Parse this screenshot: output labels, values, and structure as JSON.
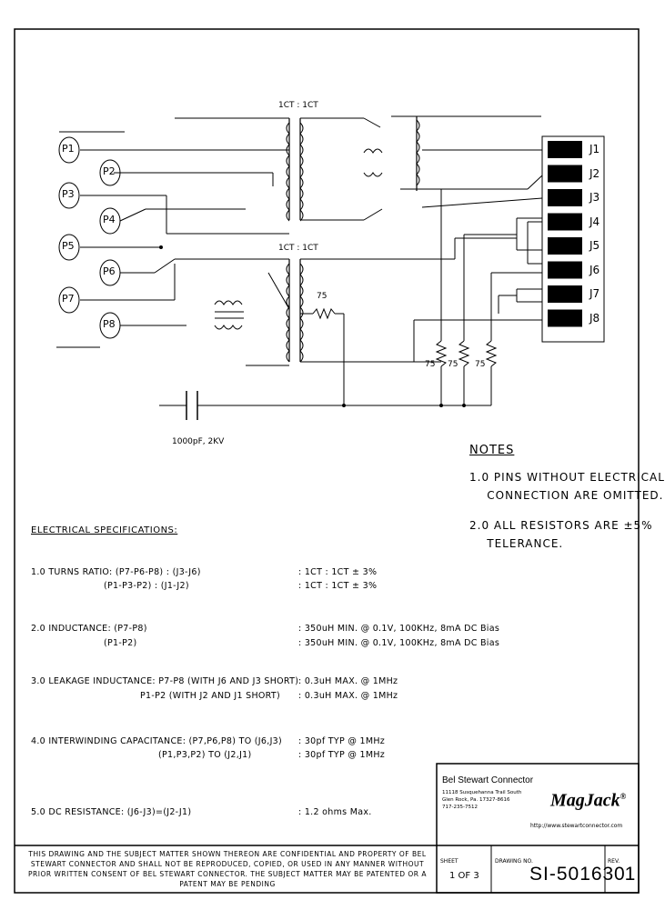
{
  "schematic": {
    "ratio_top": "1CT : 1CT",
    "ratio_bottom": "1CT : 1CT",
    "pins_left": [
      "P1",
      "P2",
      "P3",
      "P4",
      "P5",
      "P6",
      "P7",
      "P8"
    ],
    "pins_right": [
      "J1",
      "J2",
      "J3",
      "J4",
      "J5",
      "J6",
      "J7",
      "J8"
    ],
    "resistor_label": "75",
    "capacitor_label": "1000pF, 2KV"
  },
  "notes": {
    "title": "NOTES",
    "items": [
      "1.0 PINS WITHOUT ELECTRICAL\n    CONNECTION ARE OMITTED.",
      "2.0 ALL RESISTORS ARE ±5%\n    TELERANCE."
    ]
  },
  "specs": {
    "title": "ELECTRICAL SPECIFICATIONS:",
    "rows": [
      {
        "left": "1.0  TURNS RATIO: (P7-P6-P8) : (J3-J6)",
        "right": ":  1CT : 1CT ± 3%"
      },
      {
        "left": "(P1-P3-P2) : (J1-J2)",
        "right": ":  1CT : 1CT ± 3%"
      },
      {
        "left": "2.0  INDUCTANCE:  (P7-P8)",
        "right": ":  350uH MIN. @ 0.1V, 100KHz, 8mA DC Bias"
      },
      {
        "left": "(P1-P2)",
        "right": ":  350uH MIN. @ 0.1V, 100KHz, 8mA DC Bias"
      },
      {
        "left": "3.0  LEAKAGE INDUCTANCE:  P7-P8 (WITH J6 AND J3 SHORT)",
        "right": ":  0.3uH MAX. @ 1MHz"
      },
      {
        "left": "P1-P2 (WITH J2 AND J1 SHORT)",
        "right": ":  0.3uH MAX. @ 1MHz"
      },
      {
        "left": "4.0  INTERWINDING CAPACITANCE: (P7,P6,P8) TO (J6,J3)",
        "right": ":  30pf TYP @ 1MHz"
      },
      {
        "left": "(P1,P3,P2) TO (J2,J1)",
        "right": ":  30pf TYP @ 1MHz"
      },
      {
        "left": "5.0  DC RESISTANCE: (J6-J3)=(J2-J1)",
        "right": ":  1.2 ohms Max."
      }
    ]
  },
  "title_block": {
    "company": "Bel Stewart Connector",
    "address1": "11118 Susquehanna Trail South",
    "address2": "Glen Rock, Pa.  17327-8616",
    "phone": "717-235-7512",
    "logo": "MagJack",
    "logo_mark": "®",
    "website": "http://www.stewartconnector.com",
    "sheet_label": "SHEET",
    "sheet_value": "1 OF 3",
    "drawing_label": "DRAWING NO.",
    "drawing_value": "SI-50163",
    "rev_label": "REV.",
    "rev_value": "01",
    "disclaimer": "THIS DRAWING AND THE SUBJECT MATTER SHOWN THEREON ARE CONFIDENTIAL AND PROPERTY OF BEL STEWART CONNECTOR AND SHALL NOT BE REPRODUCED, COPIED, OR USED IN ANY MANNER WITHOUT PRIOR WRITTEN CONSENT OF BEL STEWART CONNECTOR. THE SUBJECT MATTER MAY BE PATENTED OR A PATENT MAY BE PENDING"
  }
}
